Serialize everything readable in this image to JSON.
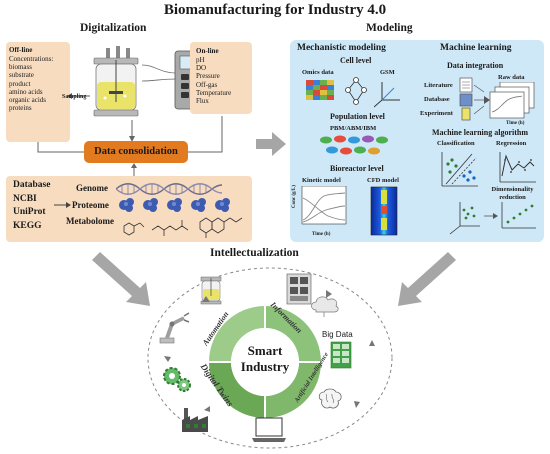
{
  "title": "Biomanufacturing for Industry 4.0",
  "digitalization": {
    "title": "Digitalization",
    "offline_label": "Off-line",
    "offline_items": [
      "Concentrations:",
      "biomass",
      "substrate",
      "product",
      "amino acids",
      "organic acids",
      "proteins"
    ],
    "sampling_label": "Sampling",
    "online_label": "On-line",
    "online_items": [
      "pH",
      "DO",
      "Pressure",
      "Off-gas",
      "Temperature",
      "Flux"
    ],
    "consolidation_label": "Data consolidation",
    "databases": [
      "Database",
      "NCBI",
      "UniProt",
      "KEGG"
    ],
    "omics": [
      "Genome",
      "Proteome",
      "Metabolome"
    ]
  },
  "modeling": {
    "title": "Modeling",
    "mechanistic_title": "Mechanistic modeling",
    "cell_level": "Cell level",
    "omics_data": "Omics data",
    "gsm": "GSM",
    "population_level": "Population level",
    "pbm": "PBM/ABM/IBM",
    "bioreactor_level": "Bioreactor level",
    "kinetic_model": "Kinetic model",
    "cfd_model": "CFD model",
    "conc_axis": "Conc (g/L)",
    "time_axis": "Time (h)",
    "ml_title": "Machine learning",
    "data_integration": "Data integration",
    "literature": "Literature",
    "database": "Database",
    "experiment": "Experiment",
    "raw_data": "Raw data",
    "ml_algorithm": "Machine learning algorithm",
    "classification": "Classification",
    "regression": "Regression",
    "dimensionality_reduction": "Dimensionality reduction"
  },
  "intellectualization": {
    "title": "Intellectualization",
    "center": "Smart Industry",
    "ring_segments": [
      "Automation",
      "Information",
      "Artificial Intelligence",
      "Digital Twins"
    ],
    "big_data": "Big Data"
  },
  "colors": {
    "tan_box": "#f7dcc0",
    "orange_pill": "#e27a1f",
    "model_panel": "#cfe8f7",
    "ring_green": "#7fb86a",
    "arrow_gray": "#a6a6a6"
  }
}
